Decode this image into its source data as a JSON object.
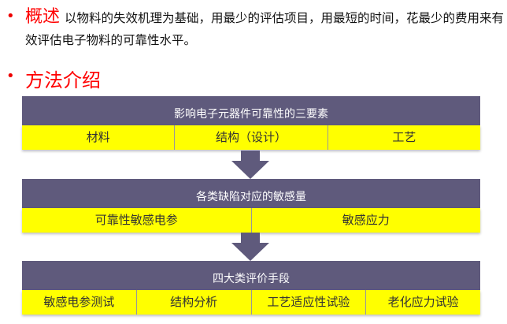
{
  "overview": {
    "keyword": "概述",
    "text": "以物料的失效机理为基础，用最少的评估项目，用最短的时间，花最少的费用来有效评估电子物料的可靠性水平。"
  },
  "method": {
    "title": "方法介绍"
  },
  "blocks": [
    {
      "header": "影响电子元器件可靠性的三要素",
      "items": [
        "材料",
        "结构（设计）",
        "工艺"
      ]
    },
    {
      "header": "各类缺陷对应的敏感量",
      "items": [
        "可靠性敏感电参",
        "敏感应力"
      ]
    },
    {
      "header": "四大类评价手段",
      "items": [
        "敏感电参测试",
        "结构分析",
        "工艺适应性试验",
        "老化应力试验"
      ]
    }
  ],
  "colors": {
    "header": "#5f5a7c",
    "cell": "#ffff00",
    "accent": "#ff0000"
  }
}
